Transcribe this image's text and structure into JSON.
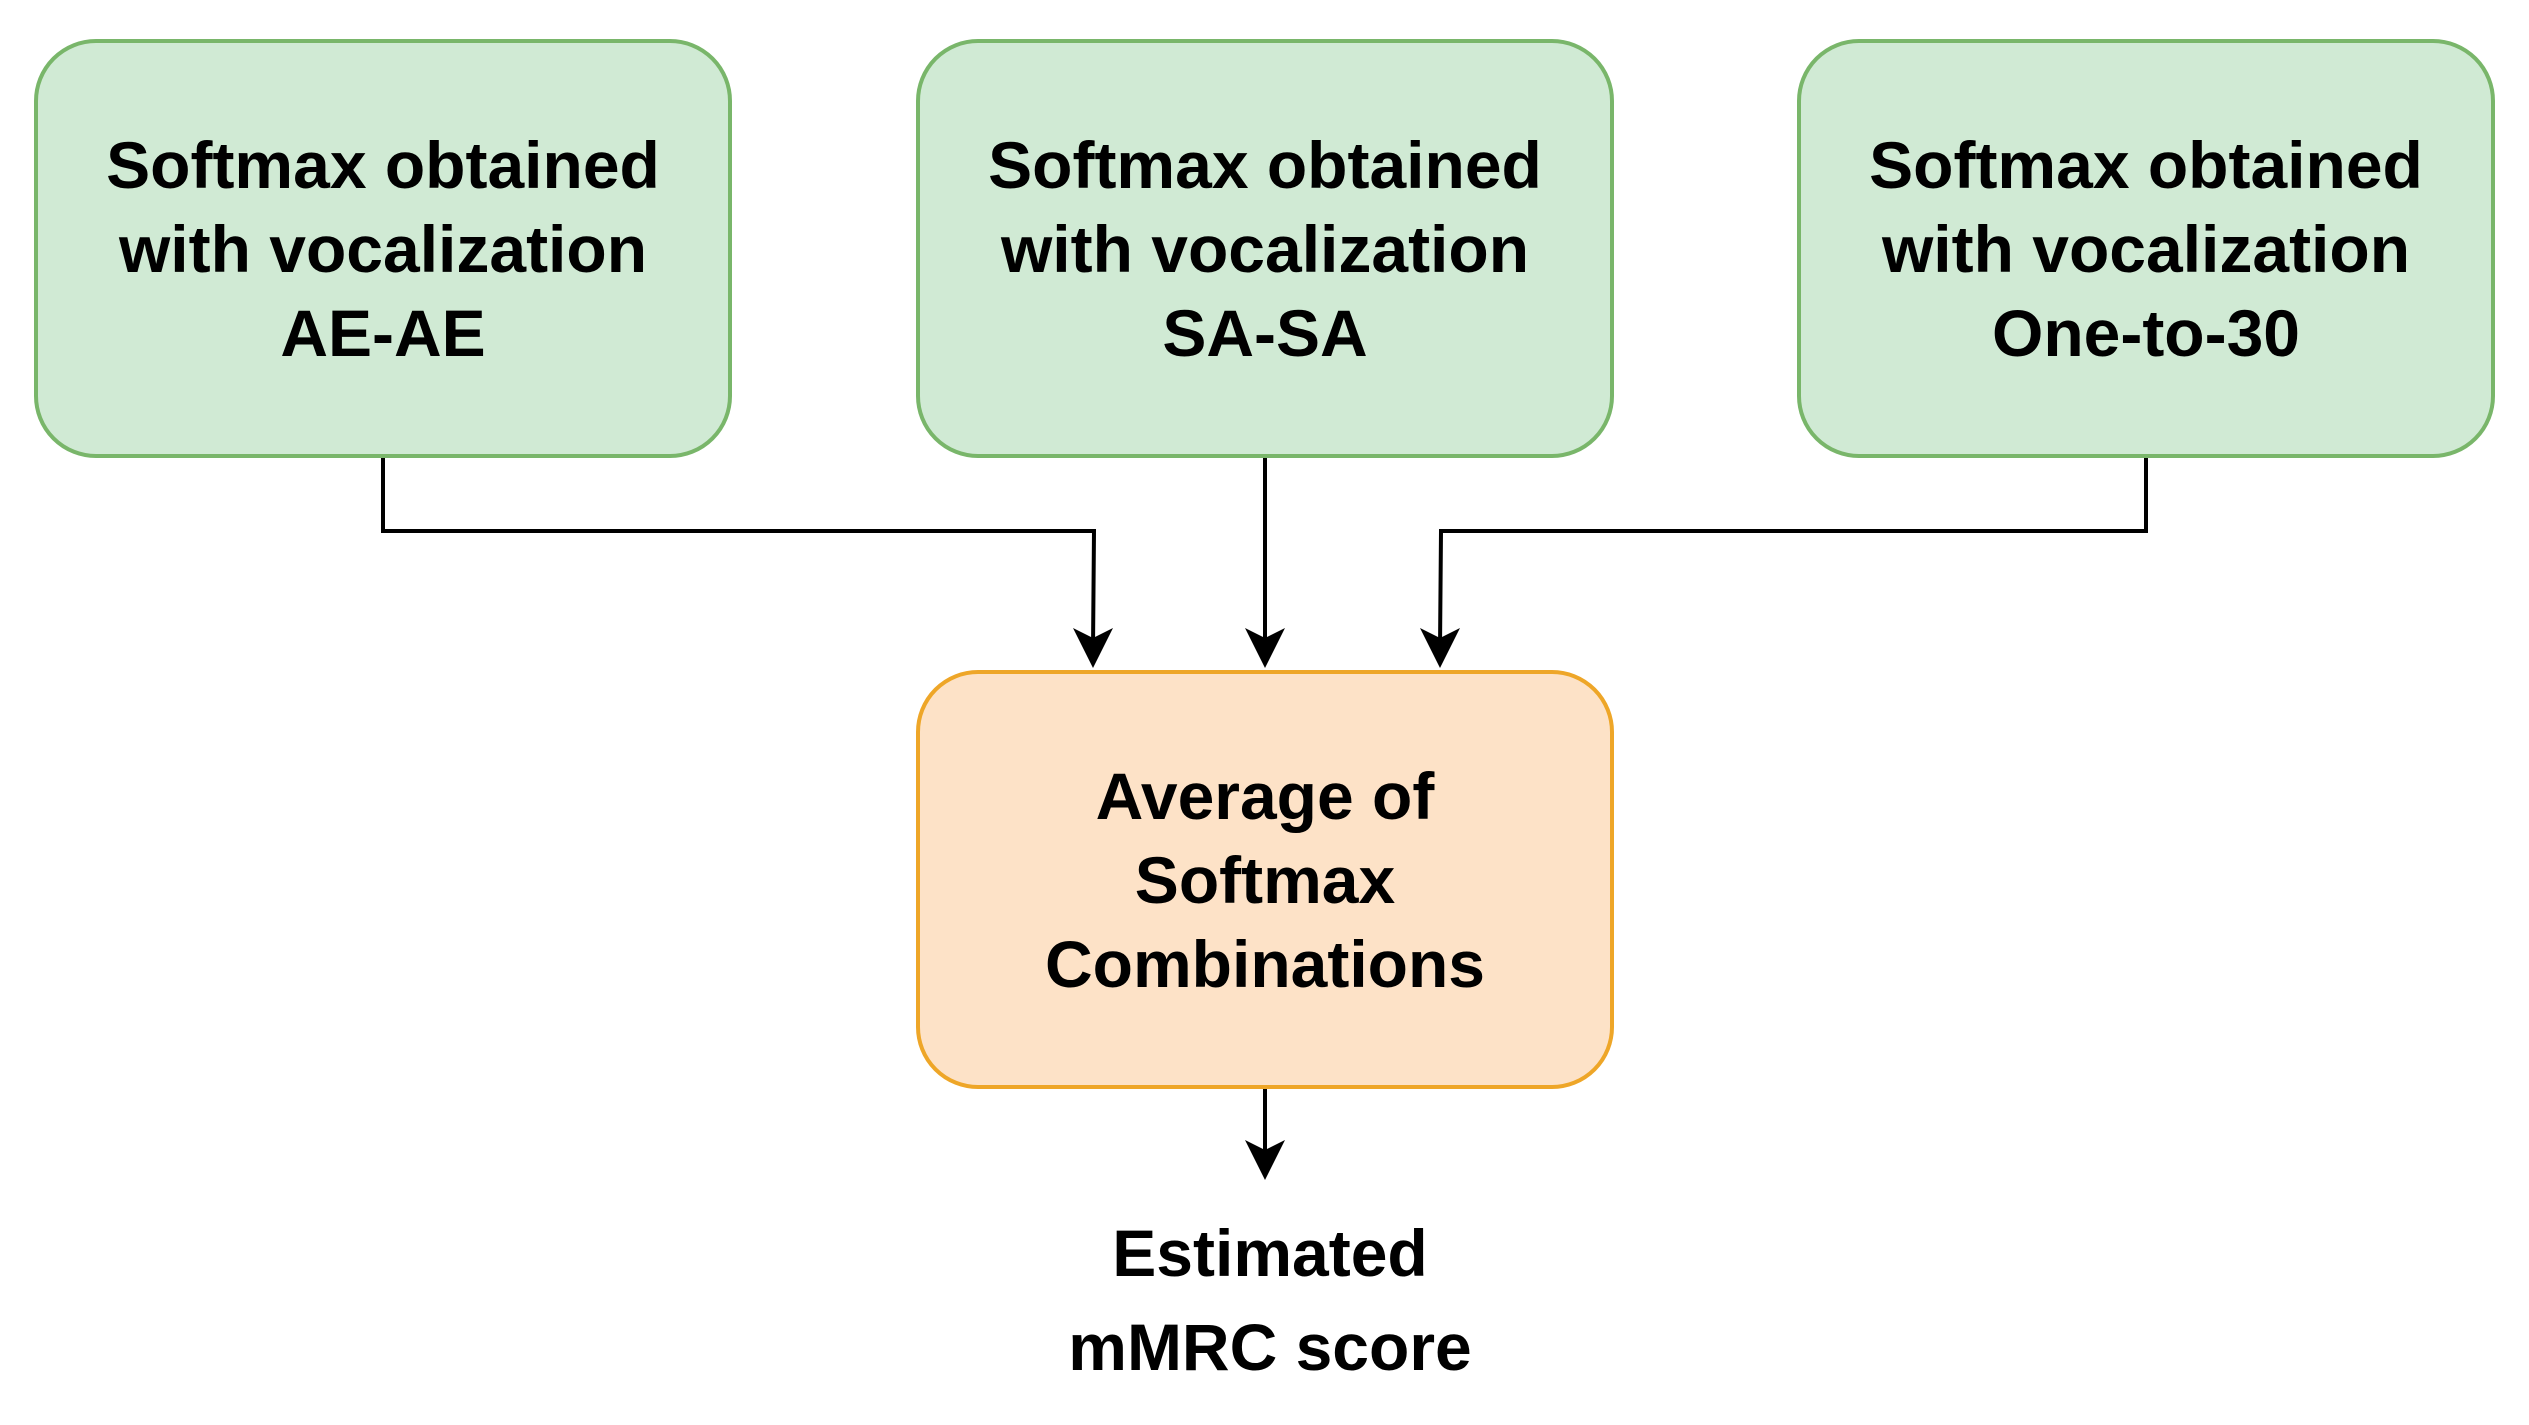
{
  "diagram": {
    "input_boxes": [
      {
        "lines": [
          "Softmax obtained",
          "with vocalization",
          "AE-AE"
        ]
      },
      {
        "lines": [
          "Softmax obtained",
          "with vocalization",
          "SA-SA"
        ]
      },
      {
        "lines": [
          "Softmax obtained",
          "with vocalization",
          "One-to-30"
        ]
      }
    ],
    "average_box": {
      "lines": [
        "Average of",
        "Softmax",
        "Combinations"
      ]
    },
    "output": {
      "lines": [
        "Estimated",
        "mMRC score"
      ]
    },
    "colors": {
      "input_fill": "#d0ead4",
      "input_border": "#79b66a",
      "average_fill": "#fde2c7",
      "average_border": "#eea628",
      "connector": "#000000"
    }
  }
}
